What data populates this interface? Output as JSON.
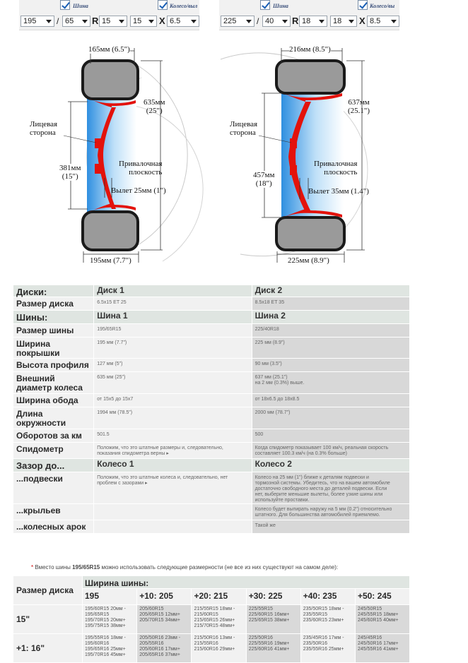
{
  "selectors": [
    {
      "tire_label": "Шина",
      "wheel_label": "Колесо/выл",
      "width": "195",
      "profile": "65",
      "r": "R",
      "rim": "15",
      "rim2": "15",
      "x": "X",
      "rim_width": "6.5"
    },
    {
      "tire_label": "Шина",
      "wheel_label": "Колесо/вы",
      "width": "225",
      "profile": "40",
      "r": "R",
      "rim": "18",
      "rim2": "18",
      "x": "X",
      "rim_width": "8.5"
    }
  ],
  "diagrams": [
    {
      "top_width": "165мм (6.5\")",
      "outer_diameter": "635мм\n(25\")",
      "face_side": "Лицевая\nсторона",
      "mounting_plane": "Привалочная\nплоскость",
      "rim_diameter": "381мм\n(15\")",
      "offset": "Вылет 25мм (1\")",
      "bottom_width": "195мм (7.7\")"
    },
    {
      "top_width": "216мм (8.5\")",
      "outer_diameter": "637мм\n(25.1\")",
      "face_side": "Лицевая\nсторона",
      "mounting_plane": "Привалочная\nплоскость",
      "rim_diameter": "457мм\n(18\")",
      "offset": "Вылет 35мм (1.4\")",
      "bottom_width": "225мм (8.9\")"
    }
  ],
  "comparison": {
    "rows": [
      {
        "type": "header",
        "label": "Диски:",
        "v1": "Диск 1",
        "v2": "Диск 2"
      },
      {
        "type": "row",
        "label": "Размер диска",
        "v1": "6.5x15 ET 25",
        "v2": "8.5x18 ET 35"
      },
      {
        "type": "header",
        "label": "Шины:",
        "v1": "Шина 1",
        "v2": "Шина 2"
      },
      {
        "type": "row",
        "label": "Размер шины",
        "v1": "195/65R15",
        "v2": "225/40R18"
      },
      {
        "type": "row",
        "label": "Ширина покрышки",
        "v1": "195 мм (7.7\")",
        "v2": "225 мм (8.9\")"
      },
      {
        "type": "row",
        "label": "Высота профиля",
        "v1": "127 мм (5\")",
        "v2": "90 мм (3.5\")"
      },
      {
        "type": "row",
        "label": "Внешний диаметр колеса",
        "v1": "635 мм (25\")",
        "v2": "637 мм (25.1\")\nна 2 мм (0.3%) выше."
      },
      {
        "type": "row",
        "label": "Ширина обода",
        "v1": "от 15x5 до 15x7",
        "v2": "от 18x6.5 до 18x8.5"
      },
      {
        "type": "row",
        "label": "Длина окружности",
        "v1": "1994 мм (78.5\")",
        "v2": "2000 мм (78.7\")"
      },
      {
        "type": "row",
        "label": "Оборотов за км",
        "v1": "501.5",
        "v2": "500"
      },
      {
        "type": "row",
        "label": "Спидометр",
        "v1": "Положим, что это штатные размеры и, следовательно,\nпоказания спидометра верны ▸",
        "v2": "Когда спидометр показывает 100 км/ч, реальная скорость\nсоставляет 100.3 км/ч (на 0.3% больше)"
      },
      {
        "type": "header",
        "label": "Зазор до...",
        "v1": "Колесо 1",
        "v2": "Колесо 2"
      },
      {
        "type": "row",
        "label": "...подвески",
        "v1": "Положим, что это штатные колеса и, следовательно, нет\nпроблем с зазорами ▸",
        "v2": "Колесо на 25 мм (1\") ближе к деталям подвески и\nтормозной системы. Убедитесь, что на вашем автомобиле\nдостаточно свободного места до деталей подвески. Если\nнет, выберите меньшие вылеты, более узкие шины или\nиспользуйте проставки."
      },
      {
        "type": "row",
        "label": "...крыльев",
        "v1": "",
        "v2": "Колесо будет выпирать наружу на 5 мм (0.2\") относительно\nштатного. Для большинства автомобилей приемлемо."
      },
      {
        "type": "row",
        "label": "...колесных арок",
        "v1": "",
        "v2": "Такой же"
      }
    ]
  },
  "note": {
    "asterisk": "*",
    "prefix": "Вместо шины ",
    "tire": "195/65R15",
    "suffix": " можно использовать следующие размерности (не все из них существуют на самом деле):"
  },
  "sizes": {
    "rim_header": "Размер диска",
    "width_header": "Ширина шины:",
    "columns": [
      "195",
      "+10: 205",
      "+20: 215",
      "+30: 225",
      "+40: 235",
      "+50: 245"
    ],
    "rows": [
      {
        "label": "15\"",
        "cells": [
          "195/60R15 20мм -\n195/65R15\n195/70R15 20мм+\n195/75R15 38мм+",
          "205/60R15\n205/65R15 12мм+\n205/70R15 34мм+",
          "215/55R15 18мм -\n215/60R15\n215/65R15 26мм+\n215/70R15 48мм+",
          "225/55R15\n225/60R15 16мм+\n225/65R15 38мм+",
          "235/50R15 18мм -\n235/55R15\n235/60R15 23мм+",
          "245/50R15\n245/55R15 18мм+\n245/60R15 40мм+"
        ]
      },
      {
        "label": "+1: 16\"",
        "cells": [
          "195/55R16 18мм -\n195/60R16\n195/65R16 25мм+\n195/70R16 45мм+",
          "205/50R16 23мм -\n205/55R16\n205/60R16 17мм+\n205/65R16 37мм+",
          "215/50R16 13мм -\n215/55R16\n215/60R16 29мм+",
          "225/50R16\n225/55R16 19мм+\n225/60R16 41мм+",
          "235/45R16 17мм -\n235/50R16\n235/55R16 25мм+",
          "245/45R16\n245/50R16 17мм+\n245/55R16 41мм+"
        ]
      }
    ]
  },
  "colors": {
    "tire": "#1a1a1a",
    "tire_fill": "#9a9a9a",
    "rim_red": "#e3120b",
    "rim_blue": "#2f8fe0",
    "cell_bg": "#f1f1f1",
    "header_bg": "#dfe5e1",
    "shade_bg": "#d8d8d8"
  }
}
